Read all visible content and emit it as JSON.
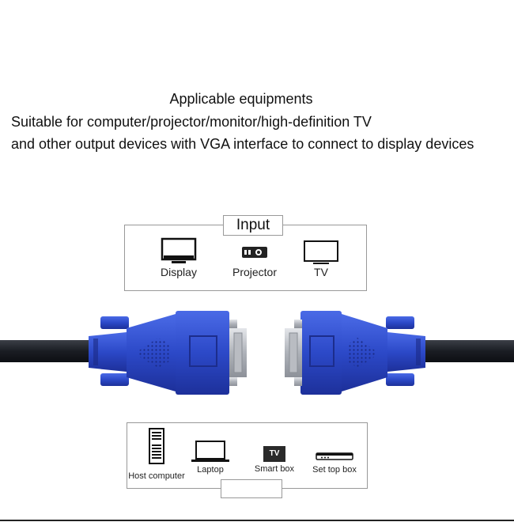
{
  "text": {
    "heading": "Applicable equipments",
    "line1": "Suitable for computer/projector/monitor/high-definition TV",
    "line2": "and other output devices with VGA interface to connect to display devices"
  },
  "input": {
    "title": "Input",
    "devices": [
      {
        "label": "Display",
        "icon": "monitor-icon"
      },
      {
        "label": "Projector",
        "icon": "projector-icon"
      },
      {
        "label": "TV",
        "icon": "tv-icon"
      }
    ]
  },
  "output": {
    "devices": [
      {
        "label": "Host computer",
        "icon": "tower-pc-icon"
      },
      {
        "label": "Laptop",
        "icon": "laptop-icon"
      },
      {
        "label": "Smart box",
        "icon": "tv-box-icon",
        "badge": "TV"
      },
      {
        "label": "Set top box",
        "icon": "set-top-box-icon"
      }
    ]
  },
  "colors": {
    "connector_blue": "#2f4fcf",
    "connector_blue_dark": "#1e34a0",
    "cable": "#1c1f26",
    "metal": "#c9ccd1"
  }
}
